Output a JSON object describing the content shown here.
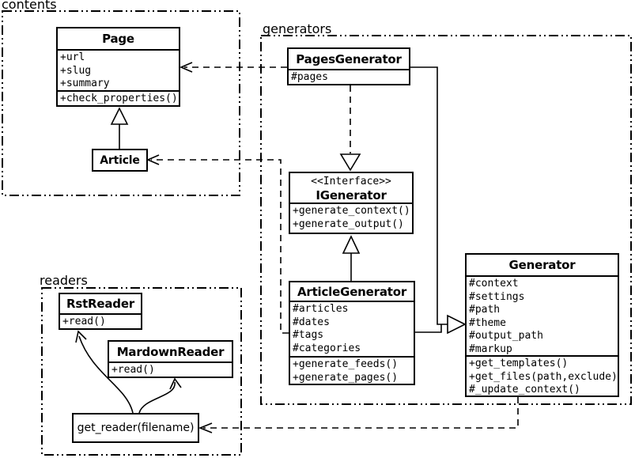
{
  "colors": {
    "background": "#ffffff",
    "line": "#000000",
    "box_fill": "#ffffff",
    "text": "#000000"
  },
  "packages": {
    "contents": {
      "label": "contents"
    },
    "generators": {
      "label": "generators"
    },
    "readers": {
      "label": "readers"
    }
  },
  "classes": {
    "page": {
      "title": "Page",
      "attributes": [
        "+url",
        "+slug",
        "+summary"
      ],
      "methods": [
        "+check_properties()"
      ]
    },
    "article": {
      "title": "Article"
    },
    "pages_generator": {
      "title": "PagesGenerator",
      "attributes": [
        "#pages"
      ]
    },
    "igenerator": {
      "stereotype": "<<Interface>>",
      "title": "IGenerator",
      "methods": [
        "+generate_context()",
        "+generate_output()"
      ]
    },
    "article_generator": {
      "title": "ArticleGenerator",
      "attributes": [
        "#articles",
        "#dates",
        "#tags",
        "#categories"
      ],
      "methods": [
        "+generate_feeds()",
        "+generate_pages()"
      ]
    },
    "generator": {
      "title": "Generator",
      "attributes": [
        "#context",
        "#settings",
        "#path",
        "#theme",
        "#output_path",
        "#markup"
      ],
      "methods": [
        "+get_templates()",
        "+get_files(path,exclude)",
        "#_update_context()"
      ]
    },
    "rst_reader": {
      "title": "RstReader",
      "methods": [
        "+read()"
      ]
    },
    "markdown_reader": {
      "title": "MardownReader",
      "methods": [
        "+read()"
      ]
    },
    "get_reader": {
      "label": "get_reader(filename)"
    }
  },
  "relationships": [
    {
      "from": "Article",
      "to": "Page",
      "type": "inheritance",
      "style": "solid"
    },
    {
      "from": "PagesGenerator",
      "to": "Page",
      "type": "dependency",
      "style": "dashed"
    },
    {
      "from": "PagesGenerator",
      "to": "IGenerator",
      "type": "realization",
      "style": "dashed"
    },
    {
      "from": "ArticleGenerator",
      "to": "IGenerator",
      "type": "inheritance",
      "style": "solid"
    },
    {
      "from": "PagesGenerator",
      "to": "Generator",
      "type": "inheritance",
      "style": "solid"
    },
    {
      "from": "ArticleGenerator",
      "to": "Generator",
      "type": "inheritance",
      "style": "solid"
    },
    {
      "from": "ArticleGenerator",
      "to": "Article",
      "type": "dependency",
      "style": "dashed"
    },
    {
      "from": "Generator",
      "to": "get_reader(filename)",
      "type": "dependency",
      "style": "dashed"
    },
    {
      "from": "get_reader(filename)",
      "to": "RstReader",
      "type": "arrow",
      "style": "solid"
    },
    {
      "from": "get_reader(filename)",
      "to": "MardownReader",
      "type": "arrow",
      "style": "solid"
    }
  ]
}
